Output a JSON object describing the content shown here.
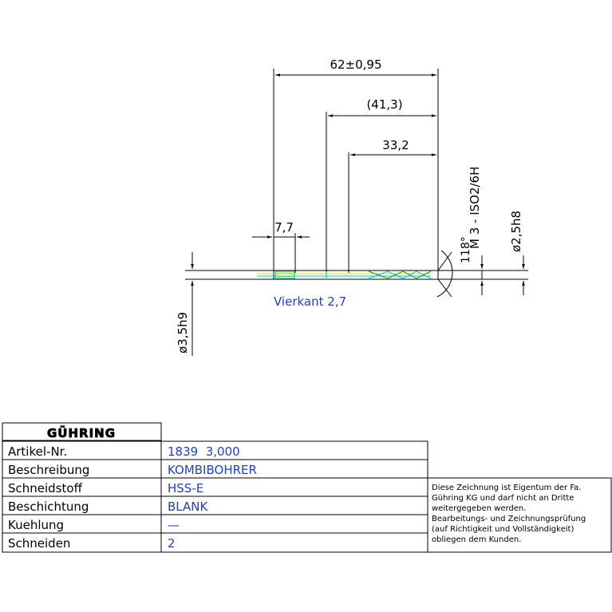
{
  "drawing": {
    "dim_total": "62±0,95",
    "dim_413": "(41,3)",
    "dim_332": "33,2",
    "dim_77": "7,7",
    "thread": "M 3 - ISO2/6H",
    "angle": "118°",
    "dia_small": "ø2,5h8",
    "dia_shank": "ø3,5h9",
    "vierkant": "Vierkant 2,7"
  },
  "title_block": {
    "logo": "GÜHRING",
    "rows": [
      {
        "label": "Artikel-Nr.",
        "value": "1839  3,000"
      },
      {
        "label": "Beschreibung",
        "value": "KOMBIBOHRER"
      },
      {
        "label": "Schneidstoff",
        "value": "HSS-E"
      },
      {
        "label": "Beschichtung",
        "value": "BLANK"
      },
      {
        "label": "Kuehlung",
        "value": "—"
      },
      {
        "label": "Schneiden",
        "value": "2"
      }
    ],
    "note_lines": [
      "Diese Zeichnung ist Eigentum der Fa.",
      "Gühring KG und darf nicht an Dritte",
      "weitergegeben werden.",
      "Bearbeitungs- und Zeichnungsprüfung",
      "(auf Richtigkeit und Vollständigkeit)",
      "obliegen dem Kunden."
    ]
  },
  "colors": {
    "line": "#000000",
    "blue_text": "#1f3fd0",
    "cyan": "#00c8d8",
    "yellow": "#e8d800",
    "green": "#00a000"
  }
}
